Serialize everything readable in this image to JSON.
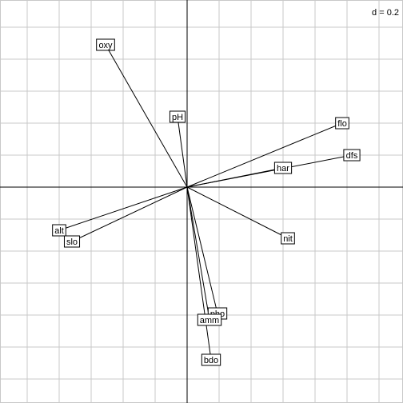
{
  "chart_data": {
    "type": "scatter",
    "title": "",
    "scale_label": "d = 0.2",
    "grid_step": 0.2,
    "xlim": [
      -1.17,
      1.35
    ],
    "ylim": [
      -1.35,
      1.17
    ],
    "grid": true,
    "origin_axes": true,
    "series": [
      {
        "points": [
          {
            "label": "oxy",
            "x": -0.51,
            "y": 0.89
          },
          {
            "label": "pH",
            "x": -0.06,
            "y": 0.44
          },
          {
            "label": "flo",
            "x": 0.97,
            "y": 0.4
          },
          {
            "label": "dfs",
            "x": 1.03,
            "y": 0.2
          },
          {
            "label": "har",
            "x": 0.6,
            "y": 0.12
          },
          {
            "label": "alt",
            "x": -0.8,
            "y": -0.27
          },
          {
            "label": "slo",
            "x": -0.72,
            "y": -0.34
          },
          {
            "label": "nit",
            "x": 0.63,
            "y": -0.32
          },
          {
            "label": "pho",
            "x": 0.19,
            "y": -0.79
          },
          {
            "label": "amm",
            "x": 0.14,
            "y": -0.83
          },
          {
            "label": "bdo",
            "x": 0.15,
            "y": -1.08
          }
        ]
      }
    ]
  }
}
